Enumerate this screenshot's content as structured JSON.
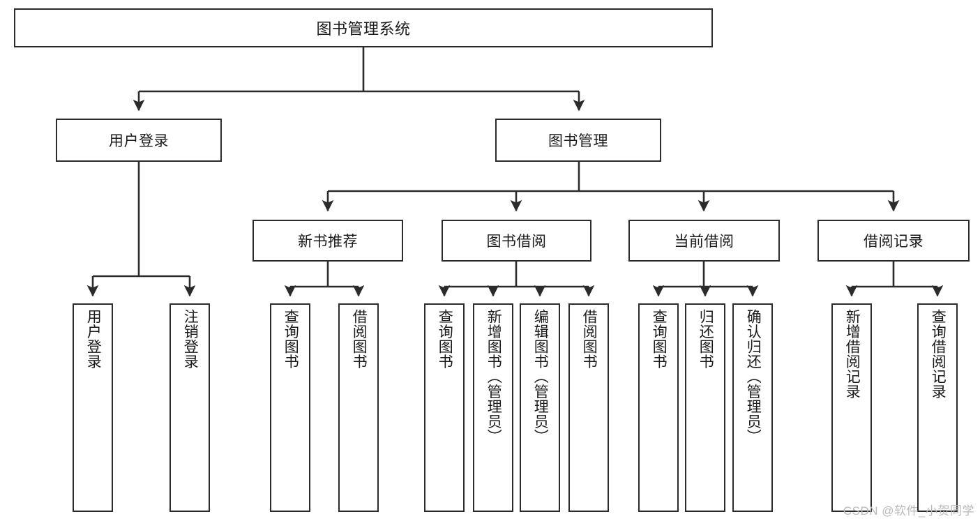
{
  "diagram": {
    "title": "图书管理系统",
    "watermark": "CSDN @软件_小贺同学",
    "line_color": "#2b2b2b",
    "box_border_color": "#2b2b2b",
    "background_color": "#ffffff",
    "text_color": "#1a1a1a",
    "watermark_color": "#b9b9b9"
  },
  "nodes": {
    "root": {
      "label": "图书管理系统"
    },
    "level1": [
      {
        "id": "user-login",
        "label": "用户登录"
      },
      {
        "id": "book-management",
        "label": "图书管理"
      }
    ],
    "level2": [
      {
        "id": "new-book-recommend",
        "label": "新书推荐"
      },
      {
        "id": "book-borrow",
        "label": "图书借阅"
      },
      {
        "id": "current-borrow",
        "label": "当前借阅"
      },
      {
        "id": "borrow-record",
        "label": "借阅记录"
      }
    ],
    "leaves": {
      "user_login": [
        {
          "id": "leaf-user-login",
          "label": "用户登录"
        },
        {
          "id": "leaf-logout",
          "label": "注销登录"
        }
      ],
      "new_book_recommend": [
        {
          "id": "leaf-query-book-1",
          "label": "查询图书"
        },
        {
          "id": "leaf-borrow-book-1",
          "label": "借阅图书"
        }
      ],
      "book_borrow": [
        {
          "id": "leaf-query-book-2",
          "label": "查询图书"
        },
        {
          "id": "leaf-add-book",
          "label": "新增图书（管理员）"
        },
        {
          "id": "leaf-edit-book",
          "label": "编辑图书（管理员）"
        },
        {
          "id": "leaf-borrow-book-2",
          "label": "借阅图书"
        }
      ],
      "current_borrow": [
        {
          "id": "leaf-query-book-3",
          "label": "查询图书"
        },
        {
          "id": "leaf-return-book",
          "label": "归还图书"
        },
        {
          "id": "leaf-confirm-return",
          "label": "确认归还（管理员）"
        }
      ],
      "borrow_record": [
        {
          "id": "leaf-add-record",
          "label": "新增借阅记录"
        },
        {
          "id": "leaf-query-record",
          "label": "查询借阅记录"
        }
      ]
    }
  }
}
